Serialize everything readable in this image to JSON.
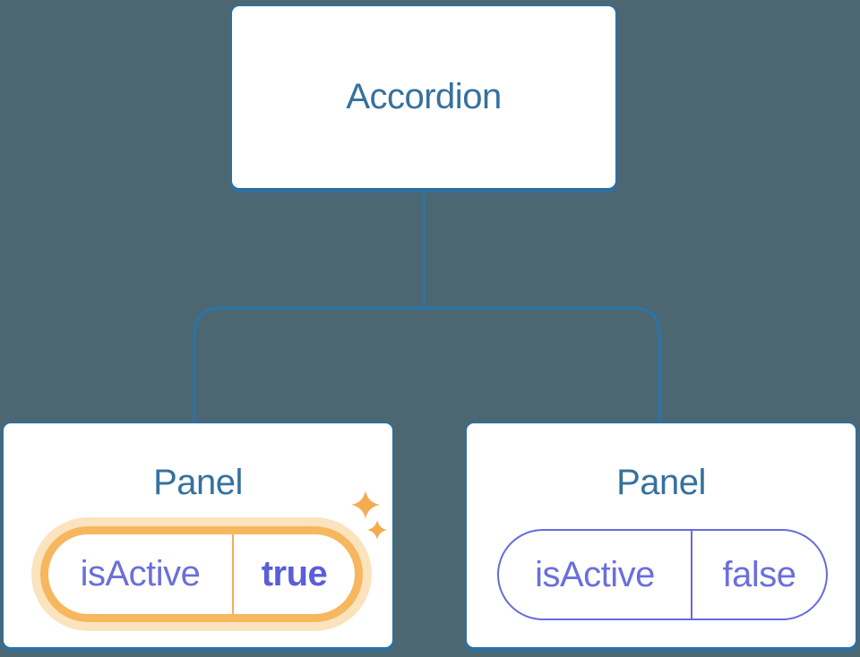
{
  "diagram": {
    "root": {
      "label": "Accordion"
    },
    "panels": [
      {
        "title": "Panel",
        "prop": "isActive",
        "value": "true",
        "active": true
      },
      {
        "title": "Panel",
        "prop": "isActive",
        "value": "false",
        "active": false
      }
    ]
  },
  "icons": {
    "sparkles": "sparkles-icon"
  },
  "colors": {
    "background": "#4C6772",
    "node_fill": "#FFFFFF",
    "node_border": "#2F6F9E",
    "node_text": "#35719E",
    "connector": "#2D73A3",
    "state_text": "#6A6FDC",
    "state_value_active_text": "#5A5ED8",
    "inactive_pill_border": "#666ADE",
    "active_pill_border": "#F6B75F",
    "active_pill_glow": "#FBE3BD",
    "active_pill_divider": "#F2AF58",
    "sparkle": "#F4AC51"
  }
}
